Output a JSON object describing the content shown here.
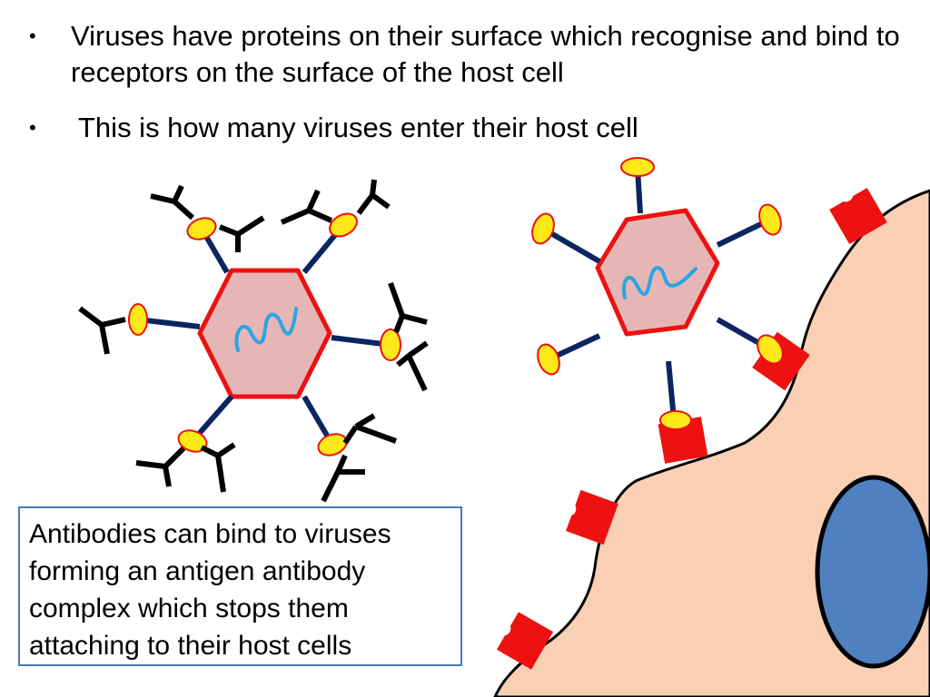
{
  "bullets": [
    {
      "marker": "•",
      "text": "Viruses have proteins on their surface which recognise and bind to receptors on the surface of the host cell"
    },
    {
      "marker": "•",
      "text": "This is how many viruses enter their host cell"
    }
  ],
  "caption": " Antibodies can bind to viruses forming an antigen antibody complex which stops them attaching to their host cells",
  "colors": {
    "capsid_stroke": "#ee1111",
    "capsid_fill": "#e6b6b6",
    "genome": "#2aa5e5",
    "spike": "#0a2560",
    "antigen_fill": "#ffe81a",
    "antigen_stroke": "#ee1111",
    "antibody": "#000000",
    "receptor": "#ee1111",
    "cell_fill": "#f9d0b4",
    "nucleus_fill": "#4f80bf",
    "caption_border": "#4a78b8"
  }
}
